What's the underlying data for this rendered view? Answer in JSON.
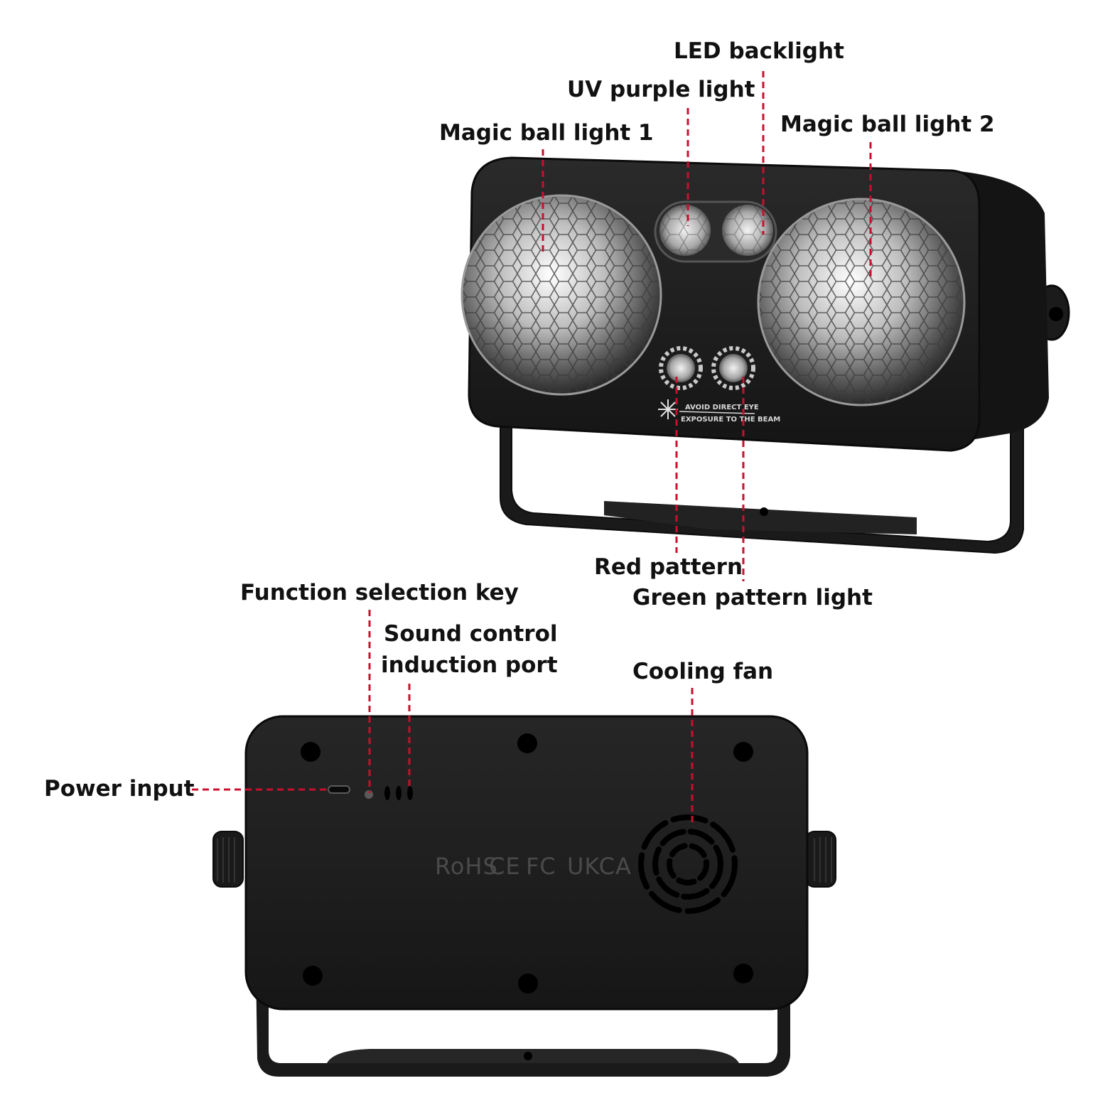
{
  "callouts": {
    "led_backlight": "LED backlight",
    "uv_purple_light": "UV purple light",
    "magic_ball_light_1": "Magic ball light 1",
    "magic_ball_light_2": "Magic ball light 2",
    "red_pattern": "Red pattern",
    "green_pattern_light": "Green pattern light",
    "function_selection_key": "Function selection key",
    "sound_control_line1": "Sound control",
    "sound_control_line2": "induction port",
    "cooling_fan": "Cooling fan",
    "power_input": "Power input"
  },
  "front_panel": {
    "warning_line1": "AVOID DIRECT EYE",
    "warning_line2": "EXPOSURE TO THE BEAM"
  },
  "back_panel": {
    "cert_rohs": "RoHS",
    "cert_ce": "CE",
    "cert_fc": "FC",
    "cert_ukca": "UKCA"
  },
  "colors": {
    "leader": "#c8102e",
    "device_body": "#1c1c1c",
    "label_text": "#111111"
  }
}
